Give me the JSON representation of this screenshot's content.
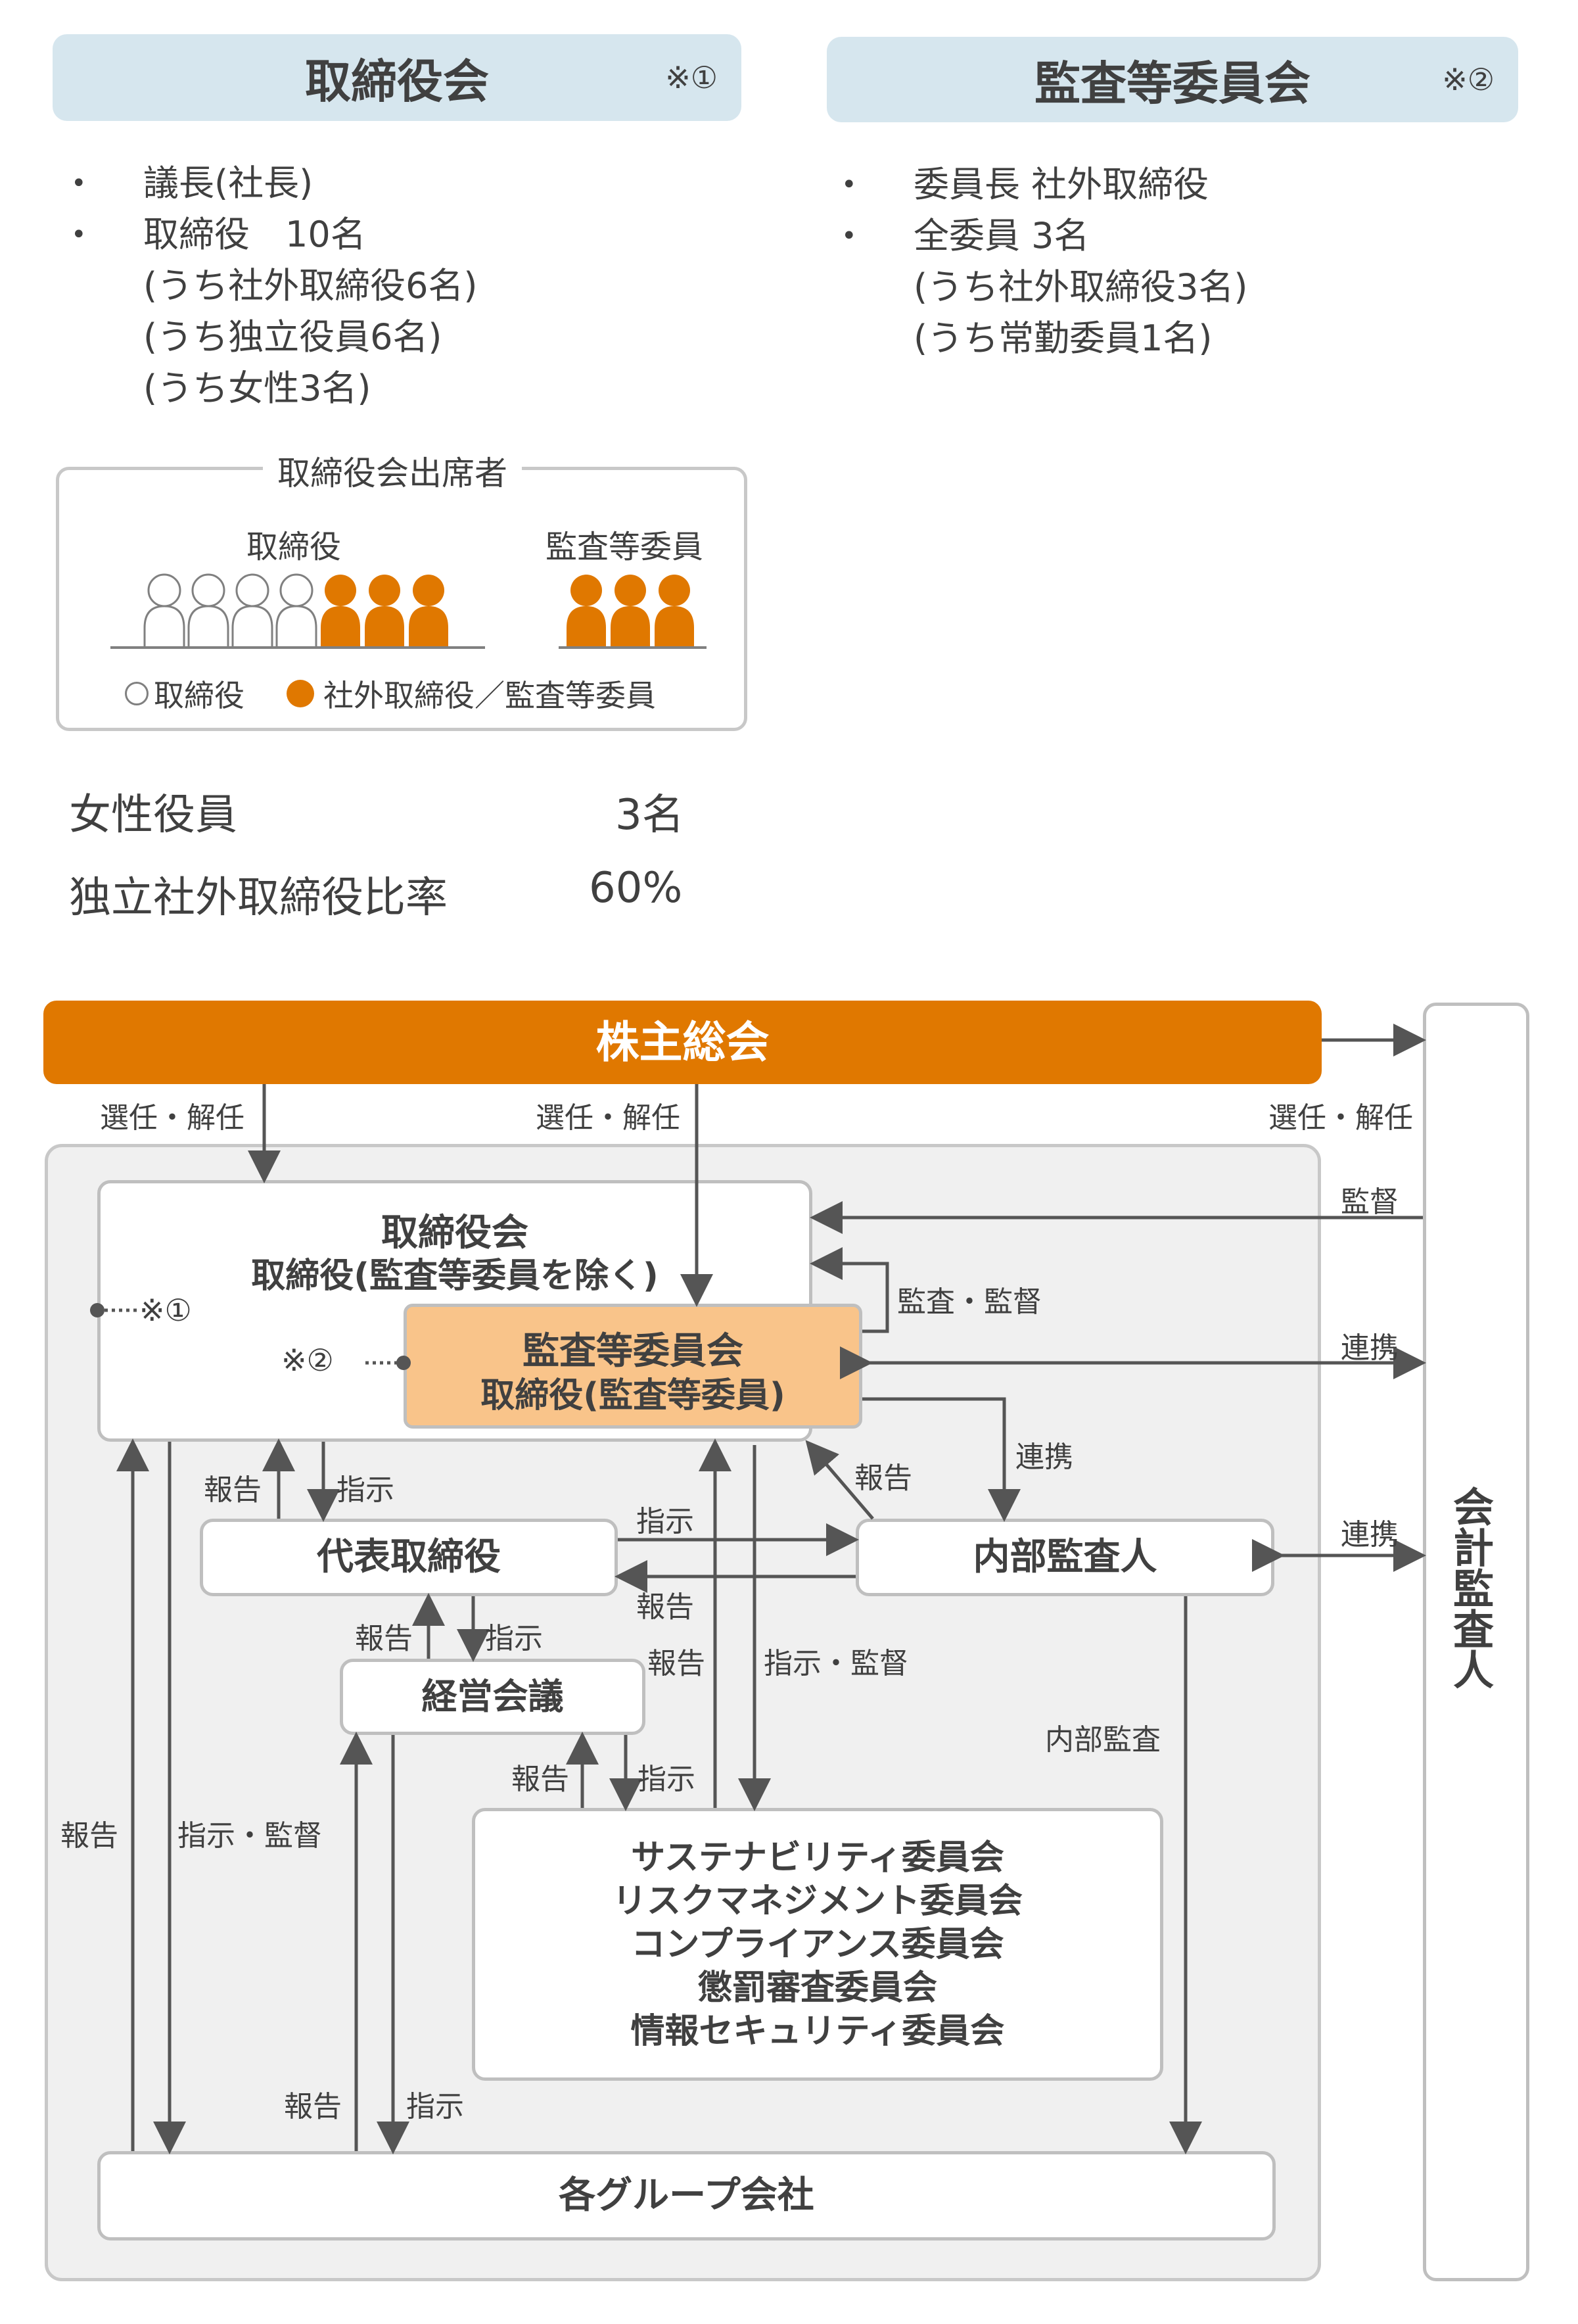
{
  "board_header": {
    "title": "取締役会",
    "note": "※①"
  },
  "audit_header": {
    "title": "監査等委員会",
    "note": "※②"
  },
  "board_list": [
    {
      "text": "議長(社長)",
      "bullet": "•"
    },
    {
      "text": "取締役　10名",
      "bullet": "•"
    },
    {
      "text": "(うち社外取締役6名)",
      "bullet": ""
    },
    {
      "text": "(うち独立役員6名)",
      "bullet": ""
    },
    {
      "text": "(うち女性3名)",
      "bullet": ""
    }
  ],
  "audit_list": [
    {
      "text": "委員長 社外取締役",
      "bullet": "•"
    },
    {
      "text": "全委員 3名",
      "bullet": "•"
    },
    {
      "text": "(うち社外取締役3名)",
      "bullet": ""
    },
    {
      "text": "(うち常勤委員1名)",
      "bullet": ""
    }
  ],
  "attendance": {
    "title": "取締役会出席者",
    "group_directors": "取締役",
    "group_audit": "監査等委員",
    "legend_open": "取締役",
    "legend_filled": "社外取締役／監査等委員",
    "director_counts": {
      "open": 4,
      "filled": 3
    },
    "audit_count": 3
  },
  "stats": [
    {
      "label": "女性役員",
      "value": "3名"
    },
    {
      "label": "独立社外取締役比率",
      "value": "60%"
    }
  ],
  "colors": {
    "orange": "#e07800",
    "light_orange": "#f9c48a",
    "header_blue": "#d6e6ee",
    "panel_gray": "#f0f0f0",
    "arrow": "#555555"
  },
  "diagram": {
    "shareholders": "株主総会",
    "board_title": "取締役会",
    "board_sub": "取締役(監査等委員を除く)",
    "board_note": "※①",
    "audit_title": "監査等委員会",
    "audit_sub": "取締役(監査等委員)",
    "audit_note": "※②",
    "rep_director": "代表取締役",
    "internal_auditor": "内部監査人",
    "mgmt_meeting": "経営会議",
    "committees": [
      "サステナビリティ委員会",
      "リスクマネジメント委員会",
      "コンプライアンス委員会",
      "懲罰審査委員会",
      "情報セキュリティ委員会"
    ],
    "group_companies": "各グループ会社",
    "accounting_auditor": "会計監査人",
    "labels": {
      "appoint_left": "選任・解任",
      "appoint_mid": "選任・解任",
      "appoint_right": "選任・解任",
      "supervise": "監督",
      "audit_supervise": "監査・監督",
      "coop_1": "連携",
      "coop_2": "連携",
      "coop_3": "連携",
      "report_board": "報告",
      "instruct_board": "指示",
      "instruct_ia": "指示",
      "report_ia": "報告",
      "report_ia_audit": "報告",
      "report_mgmt": "報告",
      "instruct_mgmt": "指示",
      "report_comm": "報告",
      "instruct_supervise_comm": "指示・監督",
      "internal_audit": "内部監査",
      "report_comm2": "報告",
      "instruct_comm2": "指示",
      "report_left": "報告",
      "instruct_supervise_left": "指示・監督",
      "report_group": "報告",
      "instruct_group": "指示"
    }
  }
}
